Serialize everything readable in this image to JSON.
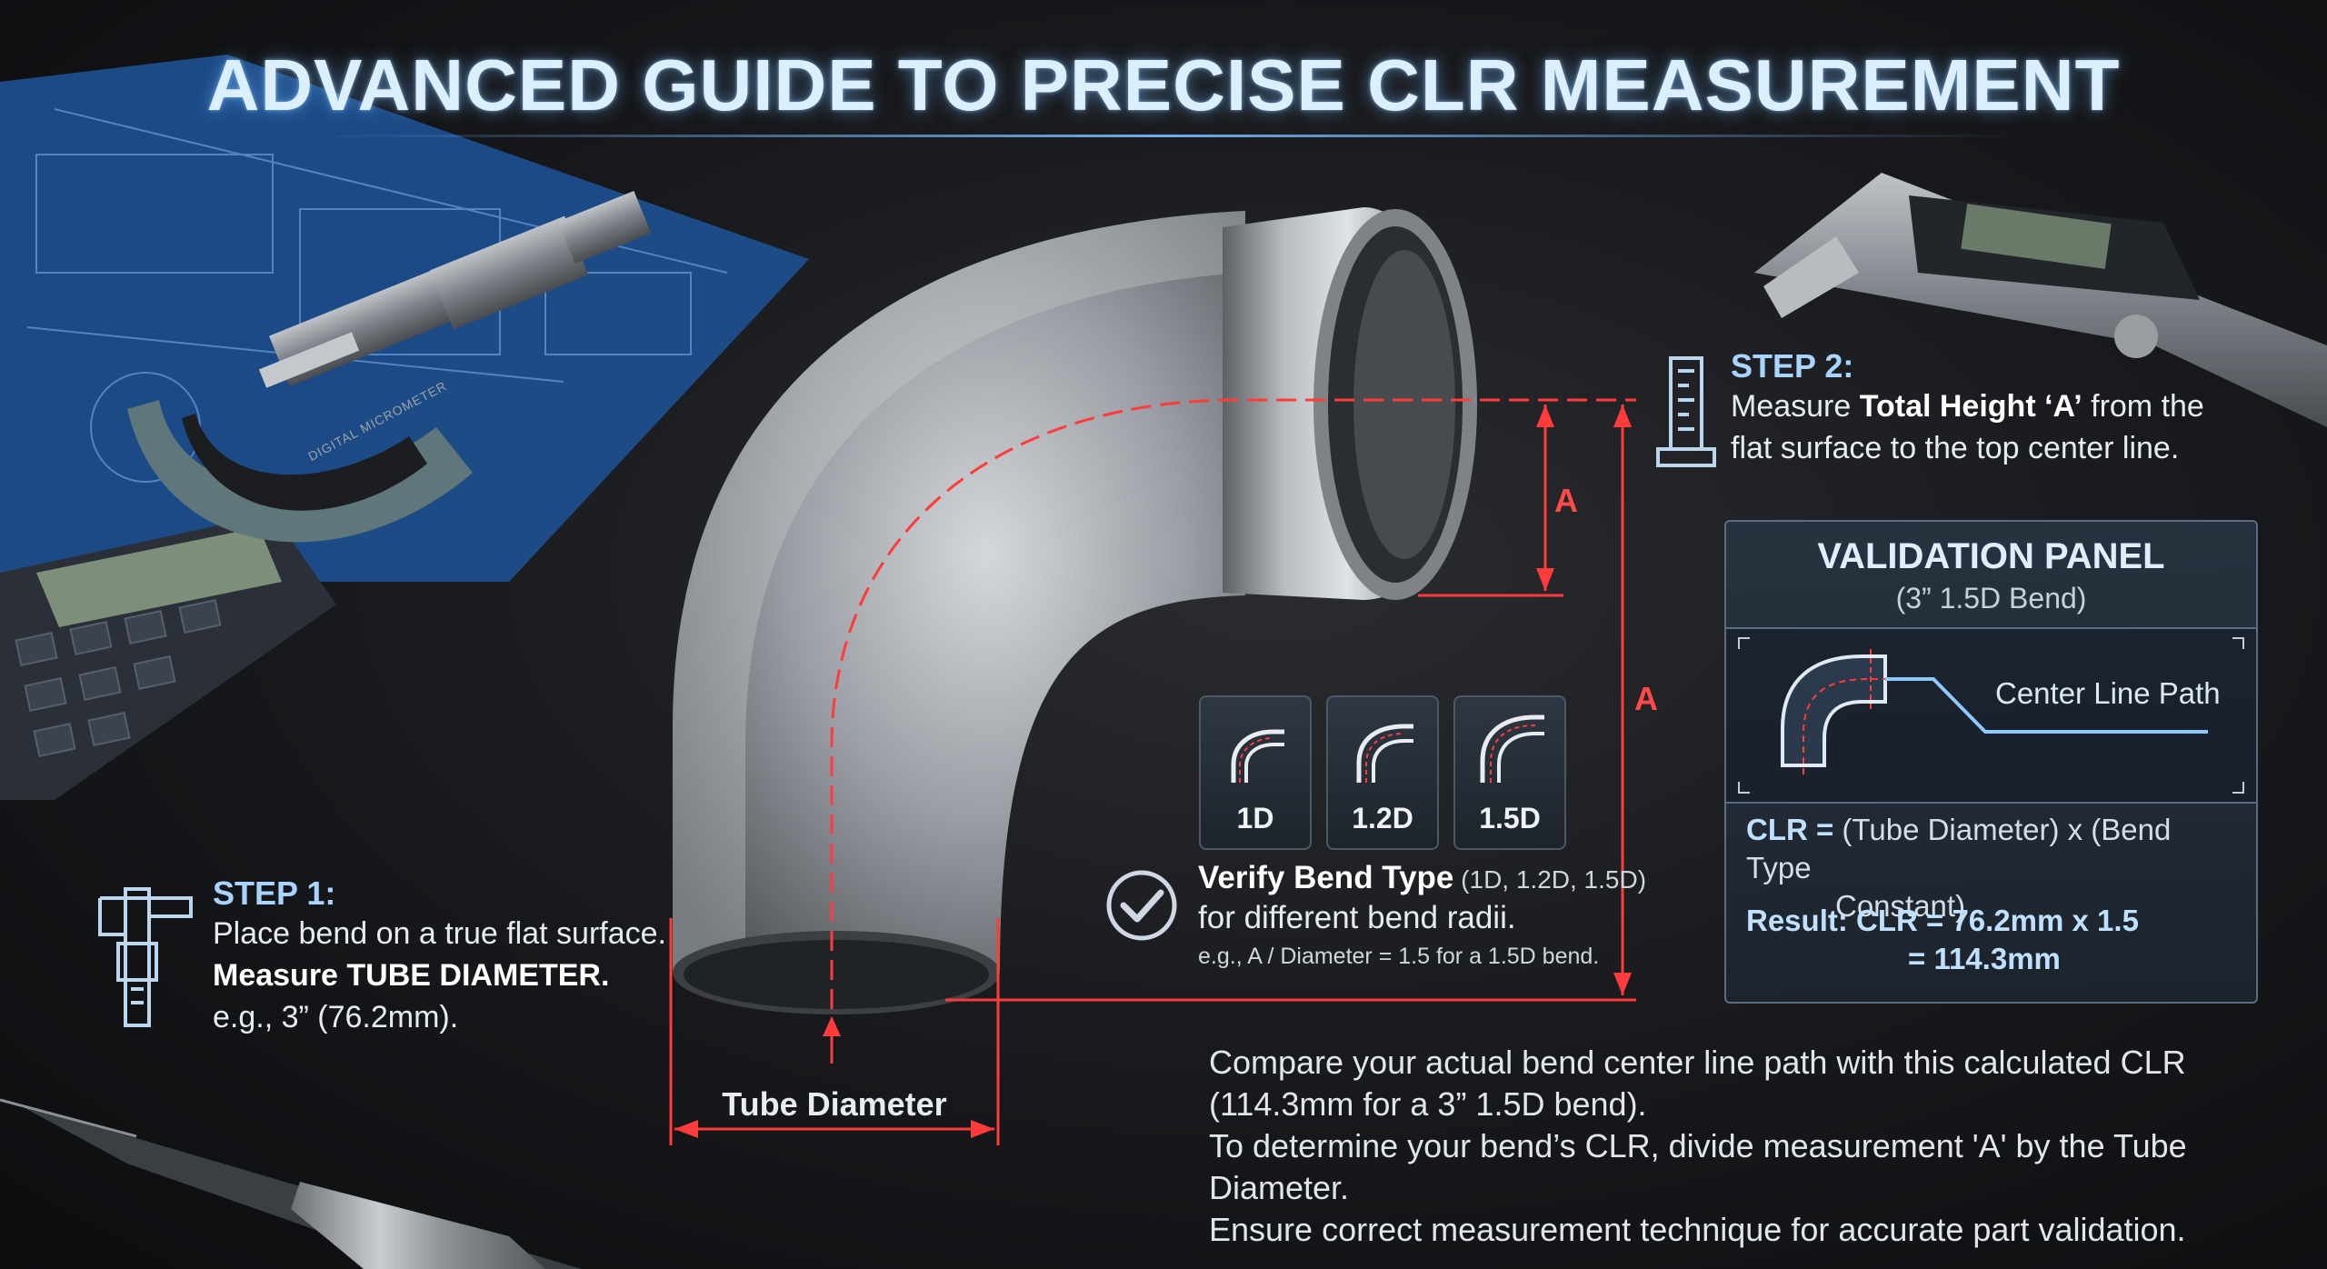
{
  "header": {
    "title": "ADVANCED GUIDE TO PRECISE CLR MEASUREMENT"
  },
  "step1": {
    "heading": "STEP 1:",
    "line1": "Place bend on a true flat surface.",
    "line2": "Measure TUBE DIAMETER.",
    "line3": "e.g., 3” (76.2mm).",
    "icon": "caliper-icon"
  },
  "step2": {
    "heading": "STEP 2:",
    "line1_pre": "Measure ",
    "line1_bold": "Total Height ‘A’",
    "line1_post": " from the",
    "line2": "flat surface to the top center line.",
    "icon": "height-gauge-icon"
  },
  "dimensions": {
    "a_label": "A",
    "tube_diameter_label": "Tube Diameter"
  },
  "bend_types": [
    {
      "label": "1D",
      "icon": "bend-1d-icon"
    },
    {
      "label": "1.2D",
      "icon": "bend-1-2d-icon"
    },
    {
      "label": "1.5D",
      "icon": "bend-1-5d-icon"
    }
  ],
  "verify": {
    "title": "Verify Bend Type",
    "title_suffix": " (1D, 1.2D, 1.5D)",
    "line2": "for different bend radii.",
    "line3": "e.g., A / Diameter = 1.5 for a 1.5D bend.",
    "icon": "checkmark-circle-icon"
  },
  "validation_panel": {
    "title": "VALIDATION PANEL",
    "subtitle": "(3” 1.5D Bend)",
    "path_label": "Center Line Path",
    "formula_prefix": "CLR =",
    "formula_line1": " (Tube Diameter) x (Bend Type",
    "formula_line2": "Constant)",
    "result_line1": "Result: CLR = 76.2mm x 1.5",
    "result_line2": "= 114.3mm"
  },
  "notes": [
    "Compare your actual bend center line path with this calculated CLR",
    "(114.3mm for a 3” 1.5D bend).",
    "To determine your bend’s CLR, divide measurement 'A' by the Tube Diameter.",
    "Ensure correct measurement technique for accurate part validation."
  ],
  "colors": {
    "accent_red": "#ff3b3b",
    "accent_blue": "#9fd0ff",
    "title_glow": "#78beff"
  },
  "props": {
    "micrometer_label": "DIGITAL MICROMETER"
  }
}
